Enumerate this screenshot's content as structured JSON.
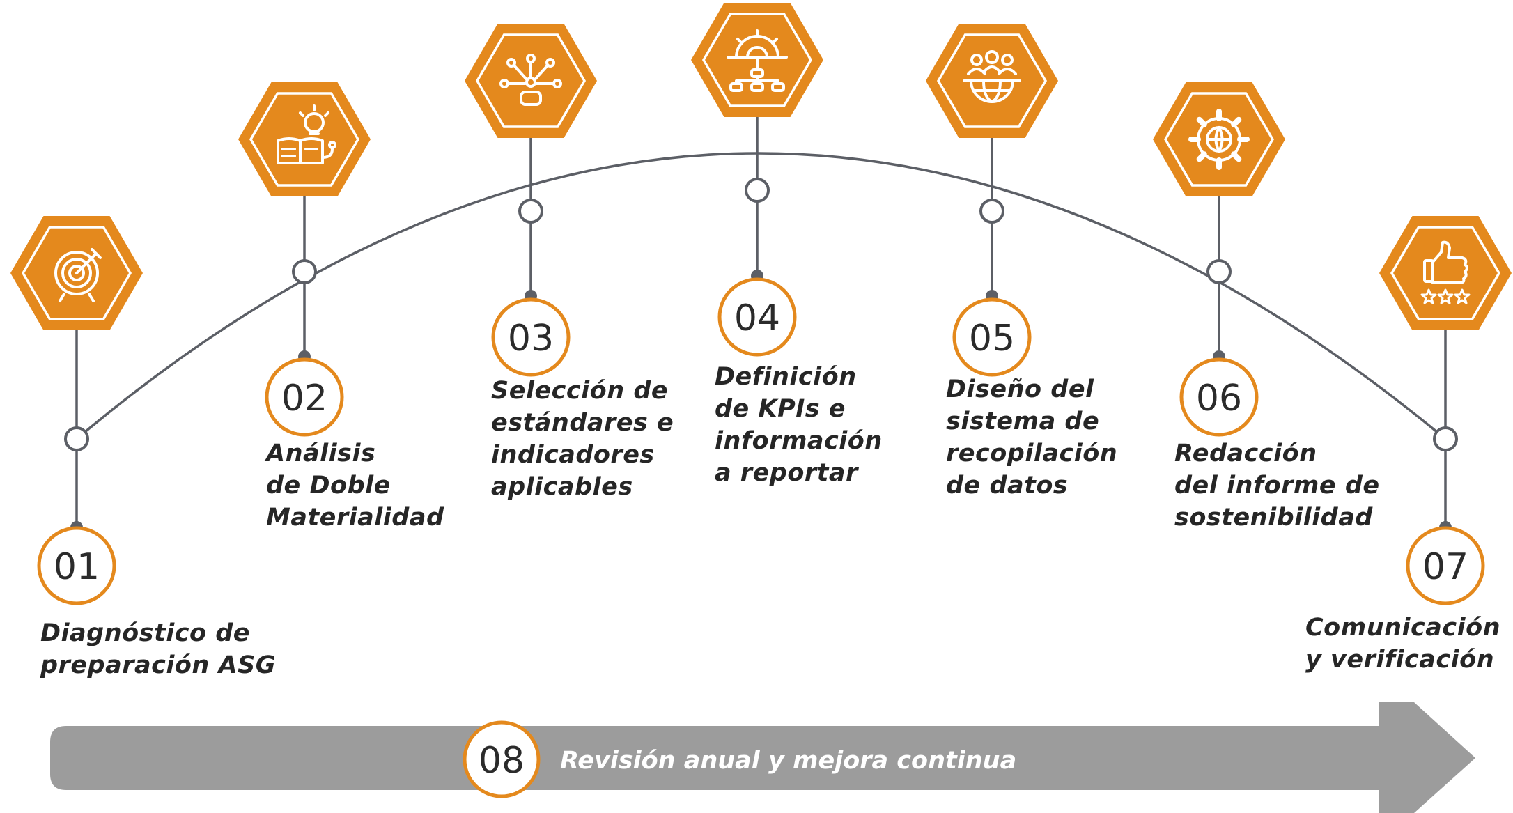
{
  "colors": {
    "accent": "#e4891d",
    "line": "#5c5f66",
    "banner": "#9c9c9c",
    "text": "#262626"
  },
  "steps": [
    {
      "number": "01",
      "label": "Diagnóstico de\npreparación ASG",
      "icon": "target-icon"
    },
    {
      "number": "02",
      "label": "Análisis\nde Doble\nMaterialidad",
      "icon": "idea-book-icon"
    },
    {
      "number": "03",
      "label": "Selección de\nestándares e\nindicadores\naplicables",
      "icon": "network-hub-icon"
    },
    {
      "number": "04",
      "label": "Definición\nde KPIs e\ninformación\na reportar",
      "icon": "gear-hierarchy-icon"
    },
    {
      "number": "05",
      "label": "Diseño del\nsistema de\nrecopilación\nde datos",
      "icon": "people-globe-icon"
    },
    {
      "number": "06",
      "label": "Redacción\ndel informe de\nsostenibilidad",
      "icon": "gear-globe-icon"
    },
    {
      "number": "07",
      "label": "Comunicación\ny verificación",
      "icon": "thumbs-up-rating-icon"
    }
  ],
  "banner": {
    "number": "08",
    "label": "Revisión anual y mejora continua"
  }
}
